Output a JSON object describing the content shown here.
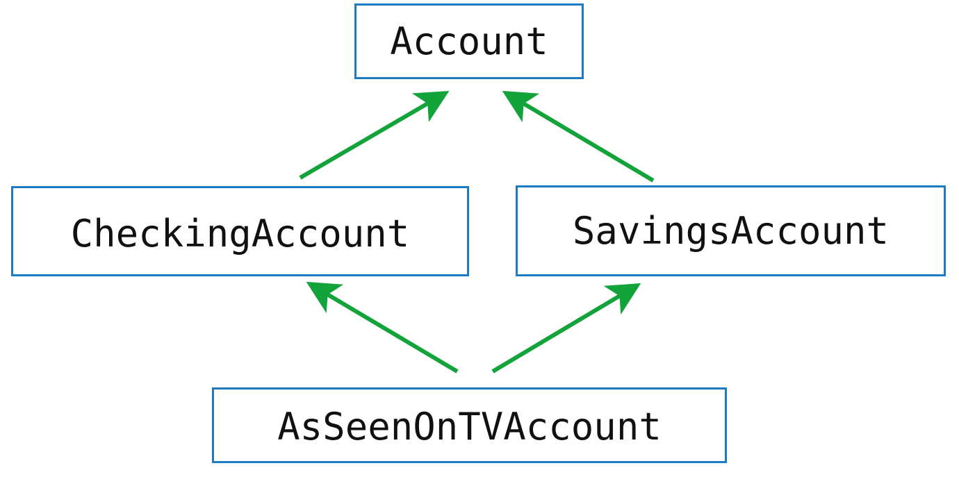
{
  "diagram": {
    "nodes": {
      "account": "Account",
      "checking": "CheckingAccount",
      "savings": "SavingsAccount",
      "asseen": "AsSeenOnTVAccount"
    },
    "edges": [
      {
        "from": "CheckingAccount",
        "to": "Account"
      },
      {
        "from": "SavingsAccount",
        "to": "Account"
      },
      {
        "from": "AsSeenOnTVAccount",
        "to": "CheckingAccount"
      },
      {
        "from": "AsSeenOnTVAccount",
        "to": "SavingsAccount"
      }
    ],
    "colors": {
      "box_border": "#1f7bc1",
      "arrow": "#12a33a",
      "text": "#111111"
    }
  }
}
